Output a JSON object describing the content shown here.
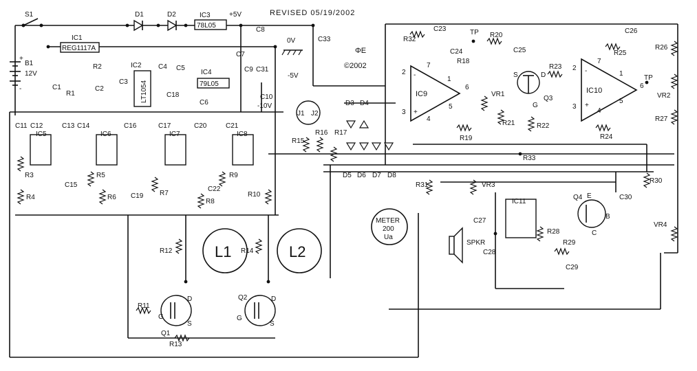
{
  "revised": "REVISED 05/19/2002",
  "copyright": "©2002",
  "logo_mark": "ΦE",
  "supply": {
    "pos5": "+5V",
    "neg5": "-5V",
    "zero": "0V",
    "neg10": "-10V"
  },
  "battery": {
    "ref": "B1",
    "volt": "12V",
    "plus": "+",
    "minus": "-"
  },
  "switch": "S1",
  "ics": {
    "ic1": "IC1",
    "ic1_part": "REG1117A",
    "ic2": "IC2",
    "ic2_part": "LT1054",
    "ic3": "IC3",
    "ic3_part": "78L05",
    "ic4": "IC4",
    "ic4_part": "79L05",
    "ic5": "IC5",
    "ic6": "IC6",
    "ic7": "IC7",
    "ic8": "IC8",
    "ic9": "IC9",
    "ic10": "IC10",
    "ic11": "IC11"
  },
  "coils": {
    "l1": "L1",
    "l2": "L2"
  },
  "meter": {
    "line1": "METER",
    "line2": "200",
    "line3": "Ua"
  },
  "speaker": "SPKR",
  "pins": {
    "p1": "1",
    "p2": "2",
    "p3": "3",
    "p4": "4",
    "p5": "5",
    "p6": "6",
    "p7": "7",
    "plus": "+",
    "minus": "-"
  },
  "fet": {
    "d": "D",
    "g": "G",
    "s": "S",
    "e": "E",
    "b": "B",
    "c": "C"
  },
  "tp": "TP",
  "jacks": {
    "j1": "J1",
    "j2": "J2"
  },
  "parts": {
    "D1": "D1",
    "D2": "D2",
    "D3": "D3",
    "D4": "D4",
    "D5": "D5",
    "D6": "D6",
    "D7": "D7",
    "D8": "D8",
    "C1": "C1",
    "C2": "C2",
    "C3": "C3",
    "C4": "C4",
    "C5": "C5",
    "C6": "C6",
    "C7": "C7",
    "C8": "C8",
    "C9": "C9",
    "C10": "C10",
    "C11": "C11",
    "C12": "C12",
    "C13": "C13",
    "C14": "C14",
    "C15": "C15",
    "C16": "C16",
    "C17": "C17",
    "C18": "C18",
    "C19": "C19",
    "C20": "C20",
    "C21": "C21",
    "C22": "C22",
    "C23": "C23",
    "C24": "C24",
    "C25": "C25",
    "C26": "C26",
    "C27": "C27",
    "C28": "C28",
    "C29": "C29",
    "C30": "C30",
    "C31": "C31",
    "C33": "C33",
    "R1": "R1",
    "R2": "R2",
    "R3": "R3",
    "R4": "R4",
    "R5": "R5",
    "R6": "R6",
    "R7": "R7",
    "R8": "R8",
    "R9": "R9",
    "R10": "R10",
    "R11": "R11",
    "R12": "R12",
    "R13": "R13",
    "R14": "R14",
    "R15": "R15",
    "R16": "R16",
    "R17": "R17",
    "R18": "R18",
    "R19": "R19",
    "R20": "R20",
    "R21": "R21",
    "R22": "R22",
    "R23": "R23",
    "R24": "R24",
    "R25": "R25",
    "R26": "R26",
    "R27": "R27",
    "R28": "R28",
    "R29": "R29",
    "R30": "R30",
    "R31": "R31",
    "R32": "R32",
    "R33": "R33",
    "VR1": "VR1",
    "VR2": "VR2",
    "VR3": "VR3",
    "VR4": "VR4",
    "Q1": "Q1",
    "Q2": "Q2",
    "Q3": "Q3",
    "Q4": "Q4"
  }
}
